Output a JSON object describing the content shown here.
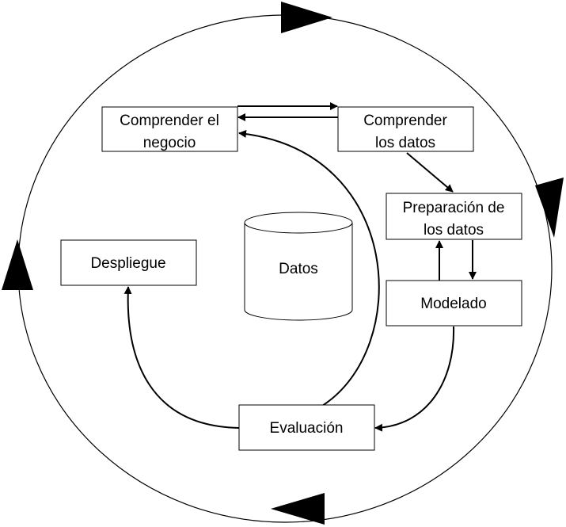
{
  "nodes": {
    "comprender_negocio": {
      "lines": [
        "Comprender el",
        "negocio"
      ]
    },
    "comprender_datos": {
      "lines": [
        "Comprender",
        "los datos"
      ]
    },
    "preparacion": {
      "lines": [
        "Preparación de",
        "los datos"
      ]
    },
    "modelado": {
      "label": "Modelado"
    },
    "despliegue": {
      "label": "Despliegue"
    },
    "evaluacion": {
      "label": "Evaluación"
    },
    "datos": {
      "label": "Datos"
    }
  },
  "colors": {
    "line": "#000000",
    "background": "#ffffff"
  }
}
